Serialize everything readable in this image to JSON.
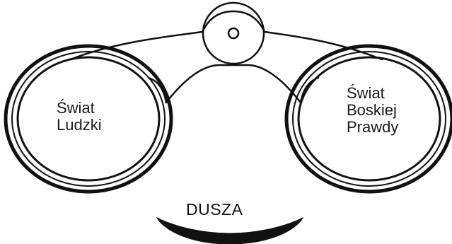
{
  "left_lens": {
    "line1": "Świat",
    "line2": "Ludzki"
  },
  "right_lens": {
    "line1": "Świat",
    "line2": "Boskiej",
    "line3": "Prawdy"
  },
  "bottom": {
    "label": "DUSZA"
  },
  "colors": {
    "stroke": "#111111",
    "background": "#ffffff",
    "text": "#1a1a1a"
  }
}
